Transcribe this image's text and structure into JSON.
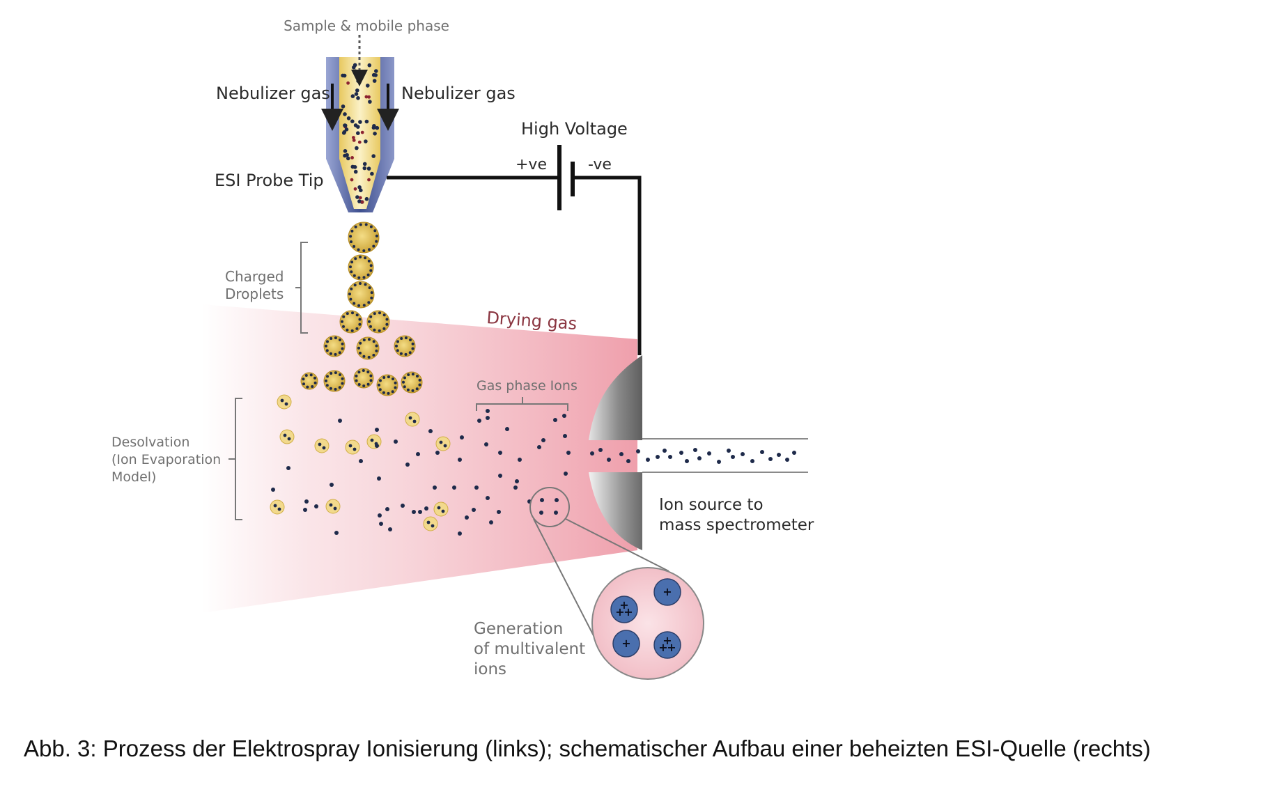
{
  "labels": {
    "sample_mobile_phase": "Sample & mobile phase",
    "nebulizer_gas_left": "Nebulizer gas",
    "nebulizer_gas_right": "Nebulizer gas",
    "high_voltage": "High Voltage",
    "plus_ve": "+ve",
    "minus_ve": "-ve",
    "esi_probe_tip": "ESI Probe Tip",
    "charged_droplets_line1": "Charged",
    "charged_droplets_line2": "Droplets",
    "drying_gas": "Drying gas",
    "gas_phase_ions": "Gas phase Ions",
    "desolvation_line1": "Desolvation",
    "desolvation_line2": "(Ion Evaporation",
    "desolvation_line3": "Model)",
    "ion_source_line1": "Ion source to",
    "ion_source_line2": "mass spectrometer",
    "generation_line1": "Generation",
    "generation_line2": "of multivalent",
    "generation_line3": "ions"
  },
  "caption": "Abb. 3: Prozess der Elektrospray Ionisierung (links); schematischer Aufbau einer beheizten ESI-Quelle (rechts)",
  "colors": {
    "probe_blue": "#4d5e9c",
    "liquid_yellow": "#f1dc8a",
    "droplet_gold": "#d9b13c",
    "ion_dark": "#1e2a4a",
    "analyte_red": "#8c2331",
    "drying_gas_pink": "#f2b7c0",
    "multivalent_ion_blue": "#4a6fae",
    "inlet_grey": "#7a7a7a"
  }
}
